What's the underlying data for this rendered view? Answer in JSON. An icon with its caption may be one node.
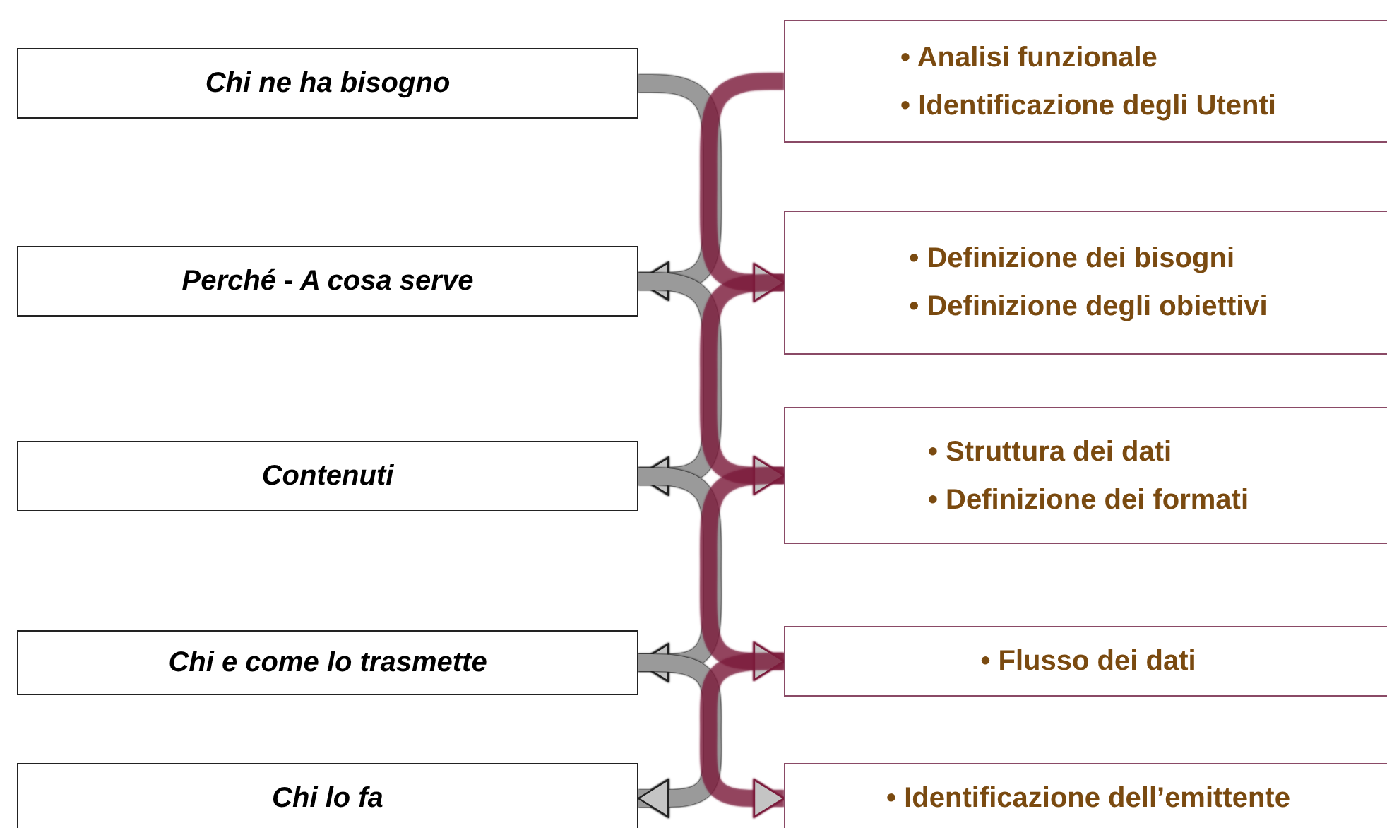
{
  "diagram": {
    "nodes": [
      {
        "text": [
          "Chi ne ha bisogno"
        ]
      },
      {
        "text": [
          "Perché  - A cosa serve"
        ]
      },
      {
        "text": [
          "Contenuti"
        ]
      },
      {
        "text": [
          "Chi  e come lo trasmette"
        ]
      },
      {
        "text": [
          "Chi lo fa"
        ]
      },
      {
        "text": [
          "• Analisi funzionale",
          "• Identificazione degli Utenti"
        ]
      },
      {
        "text": [
          "• Definizione dei bisogni",
          "• Definizione degli obiettivi"
        ]
      },
      {
        "text": [
          "• Struttura dei dati",
          "• Definizione dei formati"
        ]
      },
      {
        "text": [
          "• Flusso dei dati"
        ]
      },
      {
        "text": [
          "• Identificazione dell’emittente"
        ]
      }
    ],
    "edges": [
      {
        "from": 0,
        "to": 1,
        "arrow": "to"
      },
      {
        "from": 1,
        "to": 2,
        "arrow": "to"
      },
      {
        "from": 2,
        "to": 3,
        "arrow": "to"
      },
      {
        "from": 3,
        "to": 4,
        "arrow": "to"
      },
      {
        "from": 5,
        "to": 6,
        "arrow": "to",
        "color": "#7b1c3c"
      },
      {
        "from": 6,
        "to": 7,
        "arrow": "to",
        "color": "#7b1c3c"
      },
      {
        "from": 7,
        "to": 8,
        "arrow": "to",
        "color": "#7b1c3c"
      },
      {
        "from": 8,
        "to": 9,
        "arrow": "to",
        "color": "#7b1c3c"
      }
    ]
  }
}
